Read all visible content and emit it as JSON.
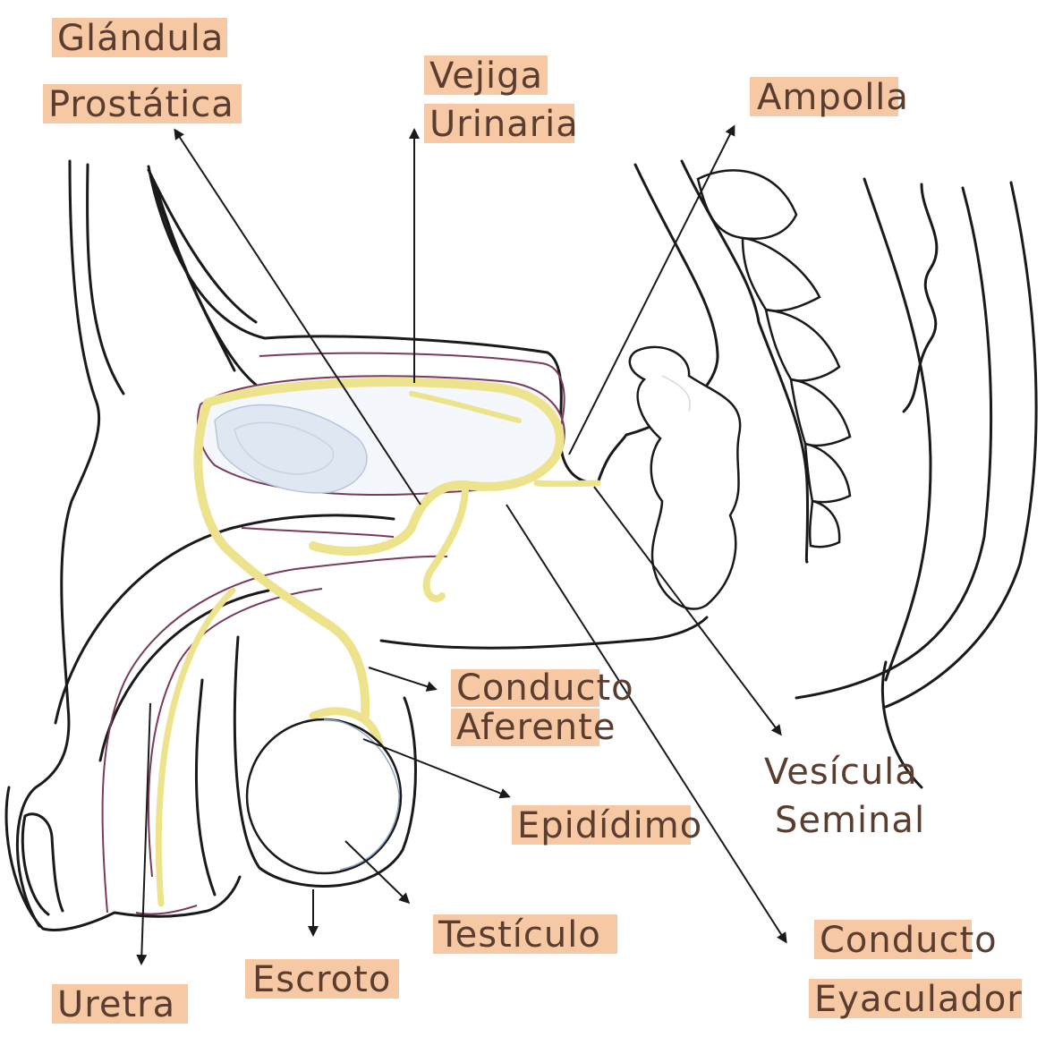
{
  "colors": {
    "label_highlight": "#f6c8a4",
    "outline": "#1a1a1a",
    "duct": "#ece38c",
    "membrane": "#7a3a5c",
    "bladder_fill": "#dfe7f2",
    "label_text": "#5a3d2e"
  },
  "labels": {
    "glandula": "Glándula",
    "prostatica": "Prostática",
    "vejiga": "Vejiga",
    "urinaria": "Urinaria",
    "ampolla": "Ampolla",
    "conducto_deferente_1": "Conducto",
    "conducto_deferente_2": "Aferente",
    "vesicula": "Vesícula",
    "seminal": "Seminal",
    "epididimo": "Epidídimo",
    "testiculo": "Testículo",
    "conducto_eyaculador_1": "Conducto",
    "conducto_eyaculador_2": "Eyaculador",
    "escroto": "Escroto",
    "uretra": "Uretra"
  }
}
